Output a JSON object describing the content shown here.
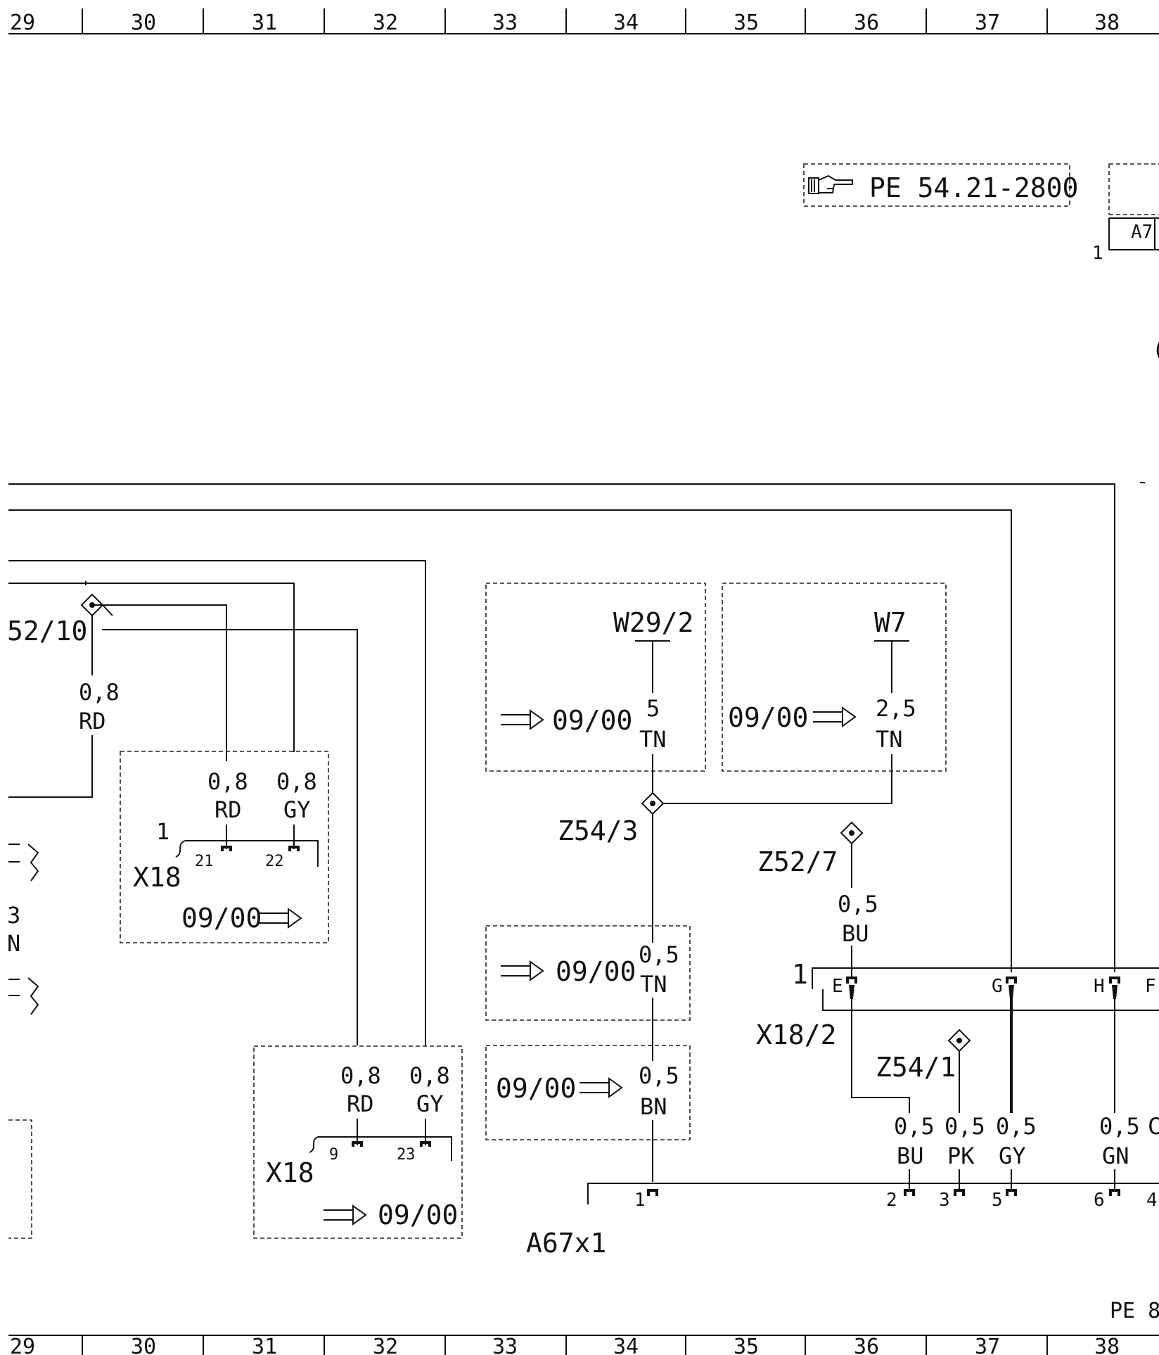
{
  "grid": {
    "columns": [
      "29",
      "30",
      "31",
      "32",
      "33",
      "34",
      "35",
      "36",
      "37",
      "38"
    ]
  },
  "page_ref": "PE 8",
  "reference": {
    "code": "PE 54.21-2800"
  },
  "a7": "A7",
  "a7_pin": "1",
  "splices": {
    "z52_10": "52/10",
    "z54_3": "Z54/3",
    "z52_7": "Z52/7",
    "z54_1": "Z54/1"
  },
  "connectors": {
    "x18_top": "X18",
    "x18_bot": "X18",
    "x18_2": "X18/2",
    "a67x1": "A67x1",
    "x18_top_pin1": "1",
    "x18_2_pin1": "1"
  },
  "boxes": {
    "w29_2": {
      "label": "W29/2",
      "date": "09/00",
      "size": "5",
      "color": "TN"
    },
    "w7": {
      "label": "W7",
      "date": "09/00",
      "size": "2,5",
      "color": "TN"
    },
    "x18_top": {
      "date": "09/00"
    },
    "x18_bot": {
      "date": "09/00"
    },
    "tn": {
      "date": "09/00",
      "size": "0,5",
      "color": "TN"
    },
    "bn": {
      "date": "09/00",
      "size": "0,5",
      "color": "BN"
    }
  },
  "wires": {
    "rd_left": {
      "size": "0,8",
      "color": "RD"
    },
    "x18t_rd": {
      "size": "0,8",
      "color": "RD"
    },
    "x18t_gy": {
      "size": "0,8",
      "color": "GY"
    },
    "x18b_rd": {
      "size": "0,8",
      "color": "RD"
    },
    "x18b_gy": {
      "size": "0,8",
      "color": "GY"
    },
    "bu_top": {
      "size": "0,5",
      "color": "BU"
    },
    "bu": {
      "size": "0,5",
      "color": "BU"
    },
    "pk": {
      "size": "0,5",
      "color": "PK"
    },
    "gy": {
      "size": "0,5",
      "color": "GY"
    },
    "gn": {
      "size": "0,5",
      "color": "GN"
    },
    "cut_size": "0,5",
    "cut_color": "C"
  },
  "pins": {
    "x18t_21": "21",
    "x18t_22": "22",
    "x18b_9": "9",
    "x18b_23": "23",
    "a67_1": "1",
    "a67_2": "2",
    "a67_3": "3",
    "a67_5": "5",
    "a67_6": "6",
    "a67_4": "4",
    "x182_e": "E",
    "x182_g": "G",
    "x182_h": "H",
    "x182_f": "F"
  },
  "left_fragments": {
    "b": "3",
    "n": "N"
  }
}
